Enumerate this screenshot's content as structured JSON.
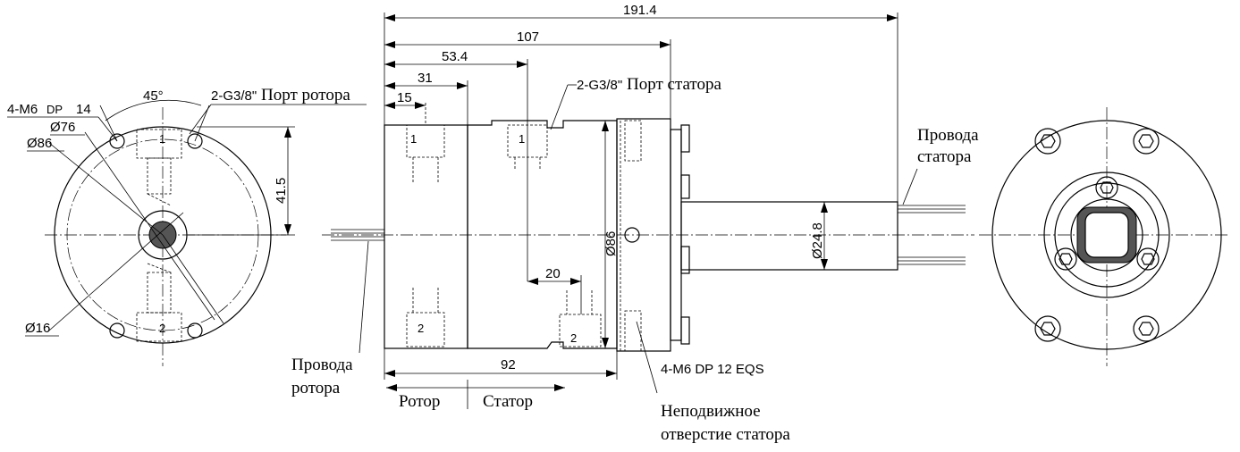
{
  "dimensions": {
    "overall_length": "191.4",
    "length_107": "107",
    "length_53_4": "53.4",
    "length_31": "31",
    "length_15": "15",
    "length_92": "92",
    "length_20": "20",
    "body_diameter": "Ø86",
    "shaft_diameter": "Ø24.8",
    "height_41_5": "41.5",
    "angle_45": "45°",
    "dia_76": "Ø76",
    "dia_86": "Ø86",
    "dia_16": "Ø16"
  },
  "labels": {
    "mount_holes": "4-M6",
    "mount_depth_prefix": "DP",
    "mount_depth": "14",
    "rotor_port_code": "2-G3/8\"",
    "rotor_port_text": "Порт ротора",
    "stator_port_code": "2-G3/8\"",
    "stator_port_text": "Порт статора",
    "stator_wires_line1": "Провода",
    "stator_wires_line2": "статора",
    "rotor_wires_line1": "Провода",
    "rotor_wires_line2": "ротора",
    "rotor": "Ротор",
    "stator": "Статор",
    "stator_thread": "4-M6 DP 12 EQS",
    "fixed_hole_line1": "Неподвижное",
    "fixed_hole_line2": "отверстие статора",
    "port_1": "1",
    "port_2": "2"
  }
}
